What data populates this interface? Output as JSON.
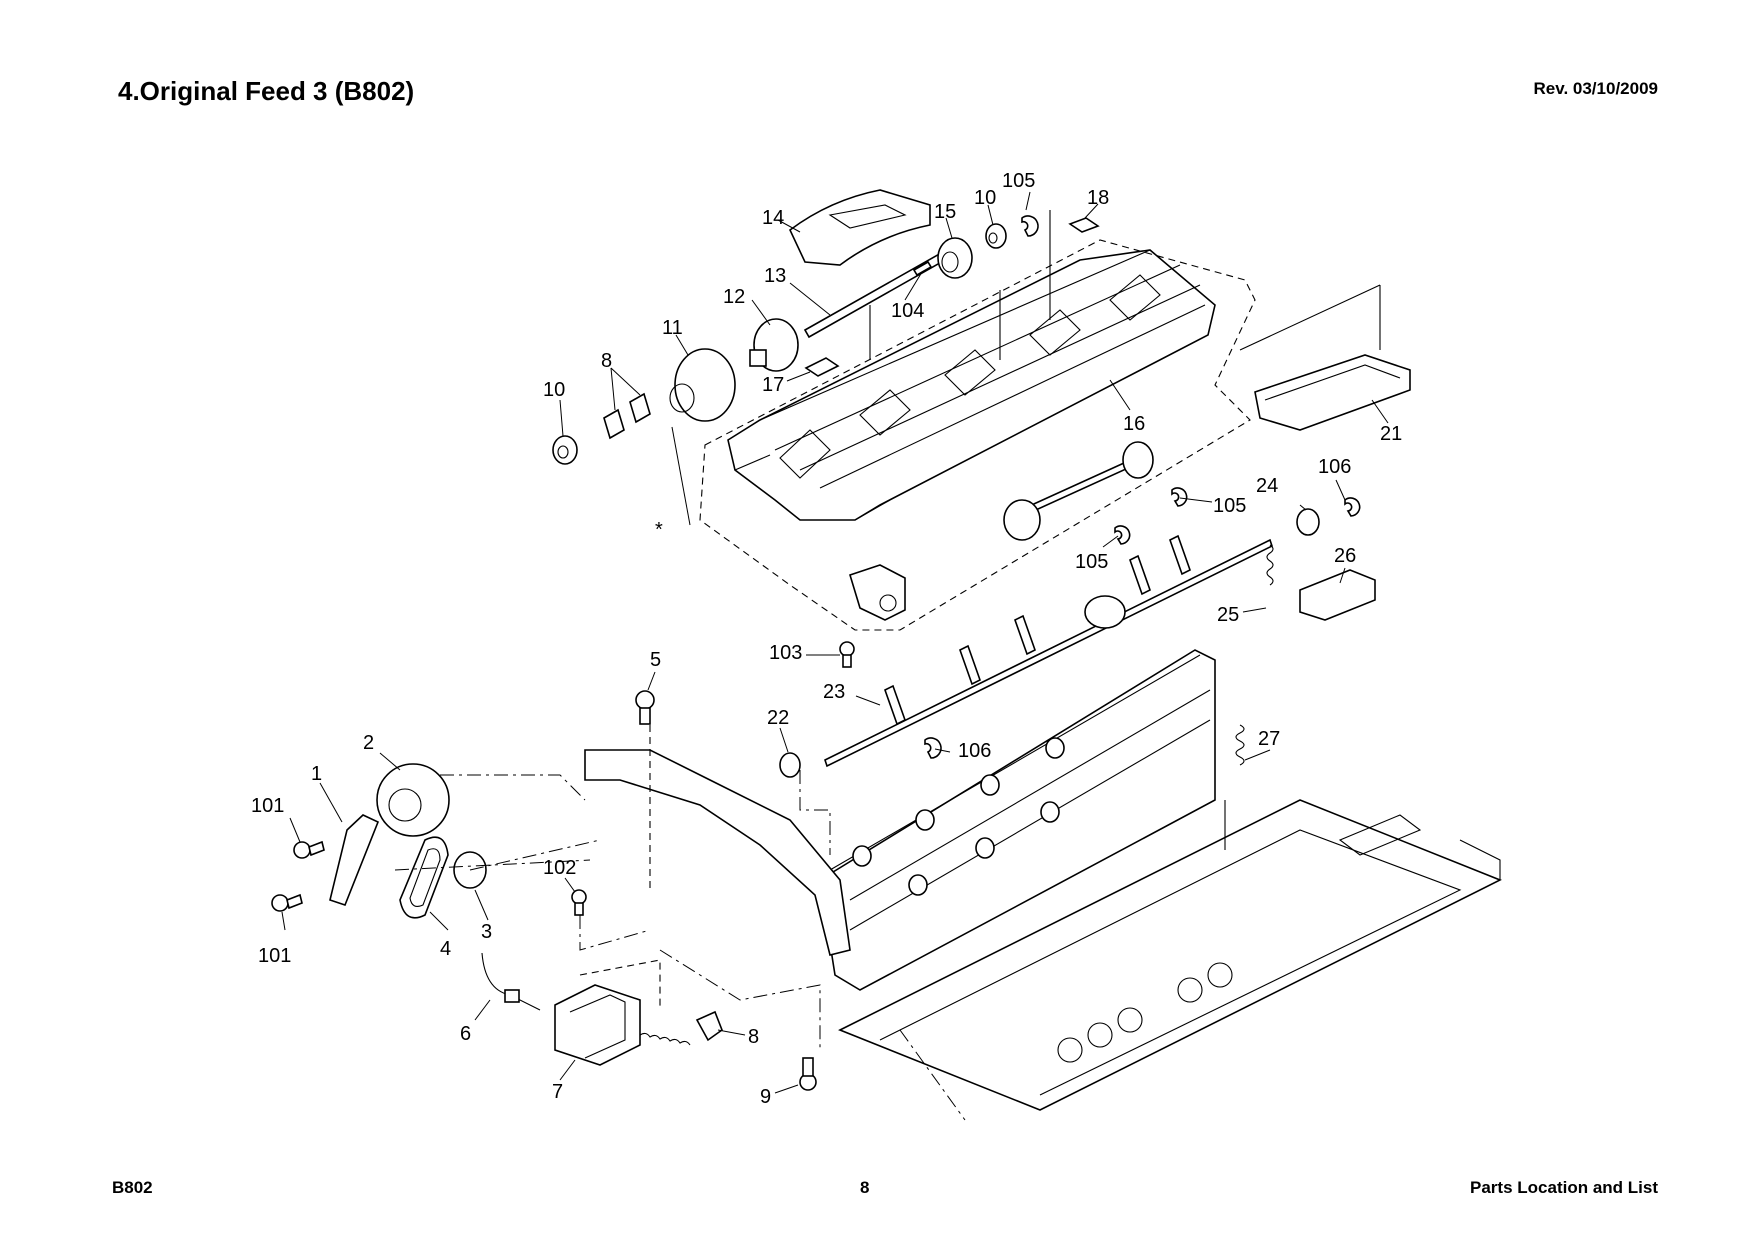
{
  "header": {
    "title": "4.Original Feed 3 (B802)",
    "revision": "Rev. 03/10/2009"
  },
  "footer": {
    "model": "B802",
    "page_number": "8",
    "section": "Parts Location and List"
  },
  "diagram": {
    "callouts": [
      "1",
      "2",
      "3",
      "4",
      "5",
      "6",
      "7",
      "8",
      "8",
      "9",
      "10",
      "10",
      "11",
      "12",
      "13",
      "14",
      "15",
      "16",
      "17",
      "18",
      "21",
      "22",
      "23",
      "24",
      "25",
      "26",
      "27",
      "101",
      "101",
      "102",
      "103",
      "104",
      "105",
      "105",
      "105",
      "106",
      "106",
      "*"
    ]
  }
}
